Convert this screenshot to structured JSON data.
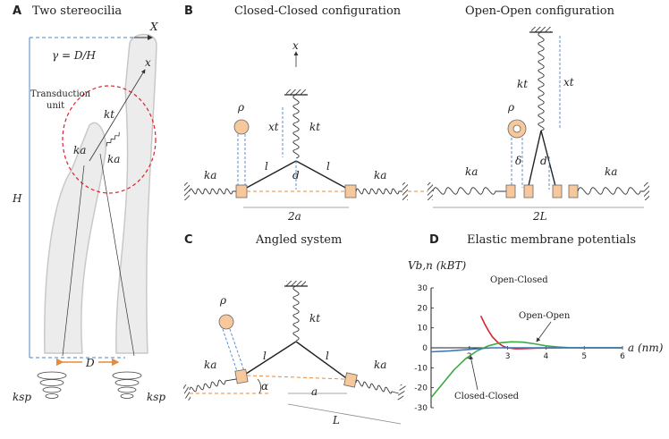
{
  "panels": {
    "A": {
      "letter": "A",
      "title": "Two stereocilia",
      "gamma_eq": "γ = D/H",
      "transduction_label_1": "Transduction",
      "transduction_label_2": "unit",
      "labels": {
        "X": "X",
        "x": "x",
        "H": "H",
        "D": "D",
        "kt": "kt",
        "ka1": "ka",
        "ka2": "ka",
        "ksp1": "ksp",
        "ksp2": "ksp"
      }
    },
    "B1": {
      "letter": "B",
      "title": "Closed-Closed configuration",
      "labels": {
        "x": "x",
        "rho": "ρ",
        "xt": "xt",
        "kt": "kt",
        "d": "d",
        "l1": "l",
        "l2": "l",
        "ka1": "ka",
        "ka2": "ka",
        "span": "2a"
      }
    },
    "B2": {
      "title": "Open-Open configuration",
      "labels": {
        "kt": "kt",
        "xt": "xt",
        "rho": "ρ",
        "delta": "δ",
        "d": "d",
        "ka1": "ka",
        "ka2": "ka",
        "span": "2L"
      }
    },
    "C": {
      "letter": "C",
      "title": "Angled system",
      "labels": {
        "rho": "ρ",
        "kt": "kt",
        "l1": "l",
        "l2": "l",
        "ka1": "ka",
        "ka2": "ka",
        "alpha": "α",
        "a": "a",
        "L": "L"
      }
    },
    "D": {
      "letter": "D",
      "title": "Elastic membrane potentials",
      "ylabel": "Vb,n (kBT)",
      "xlabel": "a (nm)",
      "annotations": {
        "oc": "Open-Closed",
        "oo": "Open-Open",
        "cc": "Closed-Closed"
      }
    }
  },
  "colors": {
    "openclosed": "#d9232e",
    "openopen": "#3daa45",
    "closedclosed": "#3a78b8",
    "spring_box": "#f7c89b",
    "dashed_orange": "#e98a3a",
    "dashed_blue": "#4a86c8"
  },
  "chart_data": {
    "type": "line",
    "title": "Elastic membrane potentials",
    "xlabel": "a (nm)",
    "ylabel": "V_b,n (k_B T)",
    "xlim": [
      1,
      6
    ],
    "ylim": [
      -30,
      30
    ],
    "xticks": [
      2,
      3,
      4,
      5,
      6
    ],
    "yticks": [
      30,
      20,
      10,
      0,
      -10,
      -20,
      -30
    ],
    "series": [
      {
        "name": "Open-Closed",
        "color": "#d9232e",
        "x": [
          2.3,
          2.4,
          2.5,
          2.6,
          2.7,
          2.8,
          2.9,
          3.0,
          3.2,
          3.4,
          3.7,
          4.0,
          4.5,
          5.0,
          6.0
        ],
        "y": [
          16,
          12,
          8.5,
          5.5,
          3.5,
          1.8,
          0.6,
          0,
          -0.5,
          -0.4,
          -0.2,
          -0.1,
          0,
          0,
          0
        ]
      },
      {
        "name": "Open-Open",
        "color": "#3daa45",
        "x": [
          1.0,
          1.3,
          1.6,
          1.9,
          2.2,
          2.5,
          2.8,
          3.1,
          3.4,
          3.7,
          4.0,
          4.3,
          4.6,
          5.0,
          5.5,
          6.0
        ],
        "y": [
          -25,
          -18,
          -11,
          -5.5,
          -1.5,
          1.0,
          2.5,
          3.0,
          2.8,
          2.0,
          1.0,
          0.4,
          0.1,
          0,
          0,
          0
        ]
      },
      {
        "name": "Closed-Closed",
        "color": "#3a78b8",
        "x": [
          1.0,
          1.5,
          2.0,
          2.3,
          2.6,
          3.0,
          3.5,
          4.0,
          5.0,
          6.0
        ],
        "y": [
          -2,
          -1.5,
          -0.8,
          -0.3,
          0,
          0,
          0,
          0,
          0,
          0
        ]
      }
    ]
  }
}
